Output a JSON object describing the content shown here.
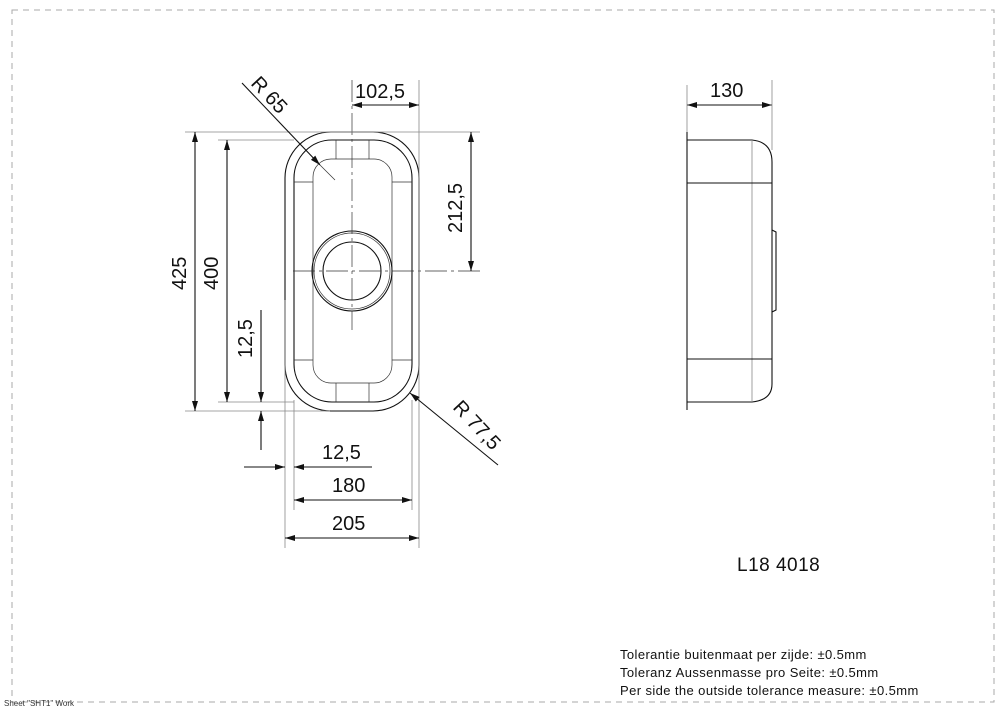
{
  "drawing": {
    "dimensions": {
      "r_top": "R 65",
      "r_bottom": "R 77,5",
      "drain_offset_x": "102,5",
      "drain_offset_y": "212,5",
      "outer_length": "425",
      "inner_length": "400",
      "rim_vertical": "12,5",
      "rim_horizontal": "12,5",
      "inner_width": "180",
      "outer_width": "205",
      "depth": "130"
    },
    "product_code": "L18 4018",
    "tolerances": [
      "Tolerantie buitenmaat per zijde: ±0.5mm",
      "Toleranz Aussenmasse pro Seite: ±0.5mm",
      "Per side the outside tolerance measure: ±0.5mm"
    ],
    "sheet_label": "Sheet \"SHT1\" Work"
  }
}
